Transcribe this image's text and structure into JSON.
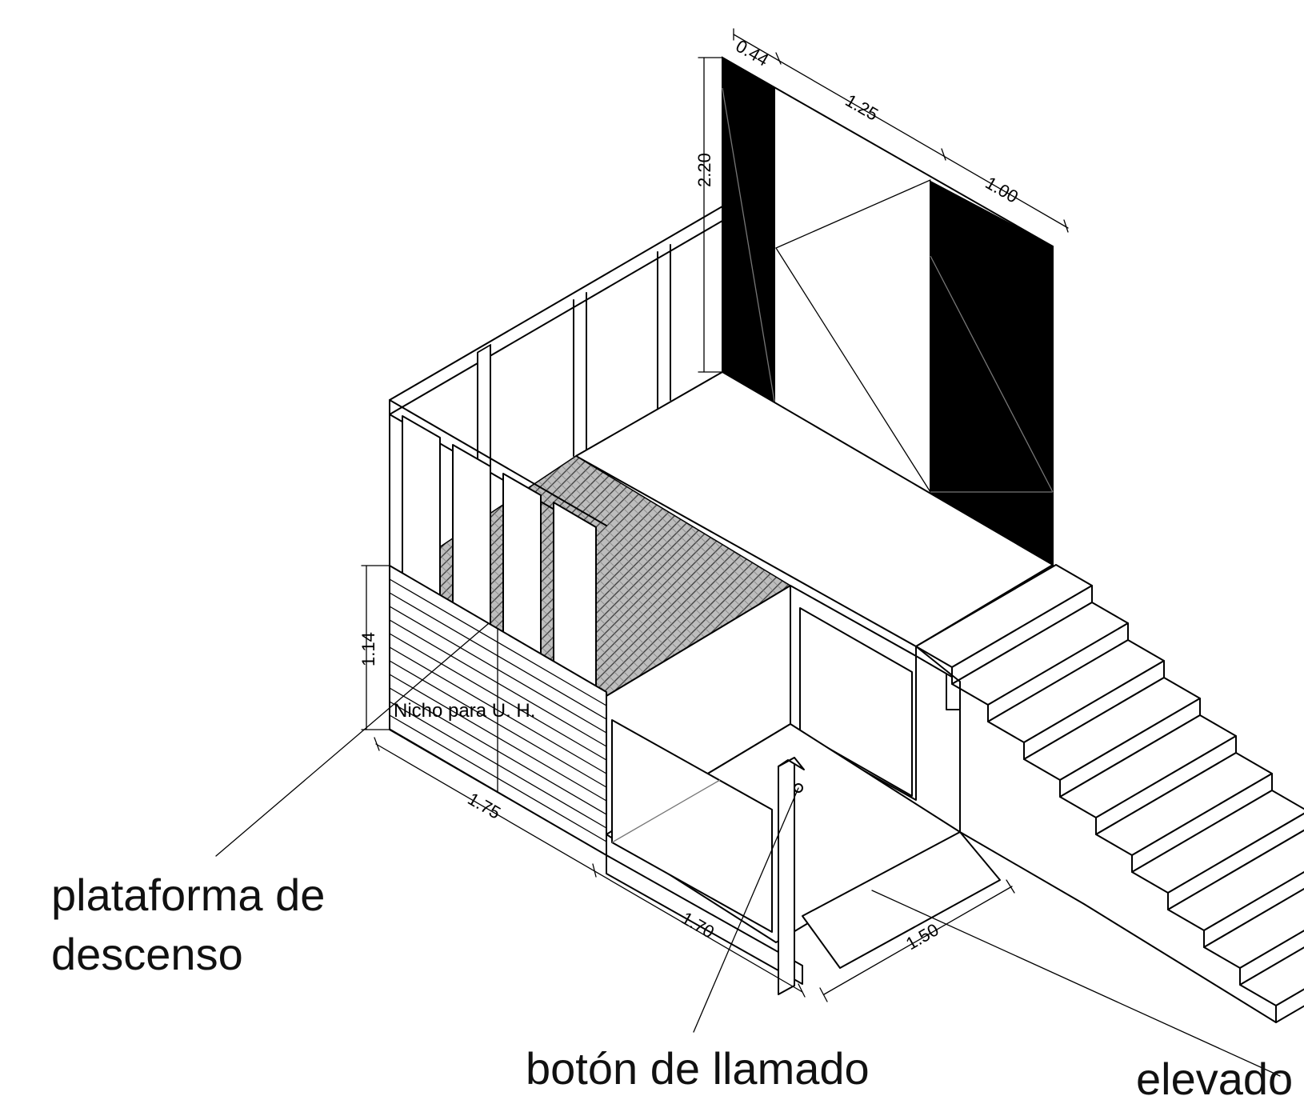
{
  "labels": {
    "plataforma_line1": "plataforma de",
    "plataforma_line2": "descenso",
    "boton": "botón de llamado",
    "elevador": "elevado",
    "nicho": "Nicho para U. H."
  },
  "dimensions": {
    "d044": "0.44",
    "d125": "1.25",
    "d100": "1.00",
    "d220": "2.20",
    "d114": "1.14",
    "d175": "1.75",
    "d170": "1.70",
    "d150": "1.50"
  },
  "colors": {
    "line": "#000000",
    "panel_fill": "#000000",
    "hatch": "#555555",
    "background": "#ffffff"
  }
}
